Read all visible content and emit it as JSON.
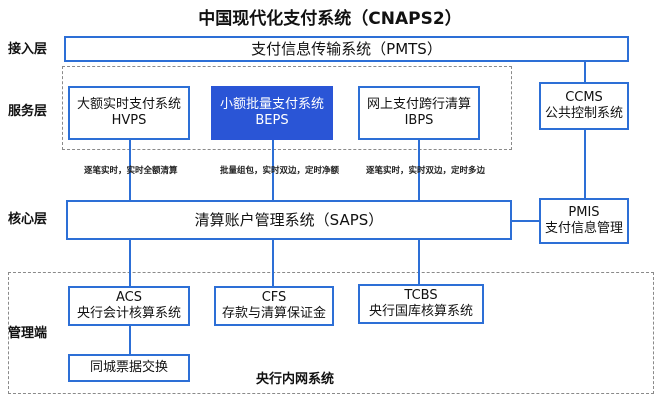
{
  "title": "中国现代化支付系统（CNAPS2）",
  "layers": {
    "access": "接入层",
    "service": "服务层",
    "core": "核心层",
    "management": "管理端"
  },
  "boxes": {
    "pmts": "支付信息传输系统（PMTS）",
    "hvps": {
      "line1": "大额实时支付系统",
      "line2": "HVPS"
    },
    "beps": {
      "line1": "小额批量支付系统",
      "line2": "BEPS"
    },
    "ibps": {
      "line1": "网上支付跨行清算",
      "line2": "IBPS"
    },
    "ccms": {
      "line1": "CCMS",
      "line2": "公共控制系统"
    },
    "saps": "清算账户管理系统（SAPS）",
    "pmis": {
      "line1": "PMIS",
      "line2": "支付信息管理"
    },
    "acs": {
      "line1": "ACS",
      "line2": "央行会计核算系统"
    },
    "cfs": {
      "line1": "CFS",
      "line2": "存款与清算保证金"
    },
    "tcbs": {
      "line1": "TCBS",
      "line2": "央行国库核算系统"
    },
    "exchange": "同城票据交换"
  },
  "notes": {
    "hvps": "逐笔实时，实时全额清算",
    "beps": "批量组包，实时双边，定时净额",
    "ibps": "逐笔实时，实时双边，定时多边"
  },
  "footer": "央行内网系统",
  "colors": {
    "accent": "#2d6fd6",
    "filled": "#2a55d6"
  }
}
